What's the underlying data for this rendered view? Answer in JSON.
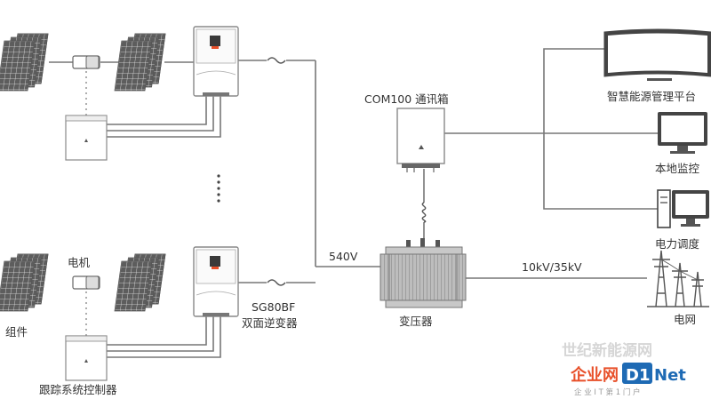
{
  "labels": {
    "com_box": "COM100 通讯箱",
    "cloud_platform": "智慧能源管理平台",
    "local_monitor": "本地监控",
    "dispatch": "电力调度",
    "dc_voltage": "540V",
    "grid_voltage": "10kV/35kV",
    "inverter_model": "SG80BF",
    "inverter_name": "双面逆变器",
    "transformer": "变压器",
    "grid": "电网",
    "motor": "电机",
    "modules": "组件",
    "tracker_controller": "跟踪系统控制器"
  },
  "watermark": {
    "line1": "世纪新能源网",
    "brand_left": "企业网",
    "brand_d1": "D1",
    "brand_net": "Net",
    "subtitle": "企 业 I T 第 1 门 户"
  },
  "colors": {
    "line": "#777777",
    "device_fill": "#ffffff",
    "device_stroke": "#888888",
    "panel_fill": "#6b6b6b",
    "accent": "#e8502a"
  }
}
